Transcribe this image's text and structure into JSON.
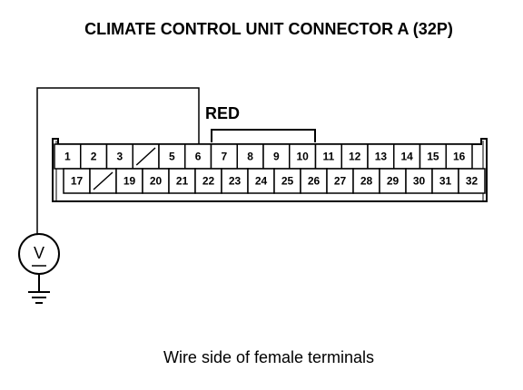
{
  "diagram": {
    "title": "CLIMATE CONTROL UNIT CONNECTOR A (32P)",
    "color_label": "RED",
    "meter_symbol": "V",
    "caption": "Wire side of female terminals",
    "connector": {
      "top_row": [
        "1",
        "2",
        "3",
        "",
        "5",
        "6",
        "7",
        "8",
        "9",
        "10",
        "11",
        "12",
        "13",
        "14",
        "15",
        "16"
      ],
      "bottom_row": [
        "17",
        "",
        "19",
        "20",
        "21",
        "22",
        "23",
        "24",
        "25",
        "26",
        "27",
        "28",
        "29",
        "30",
        "31",
        "32"
      ]
    }
  }
}
